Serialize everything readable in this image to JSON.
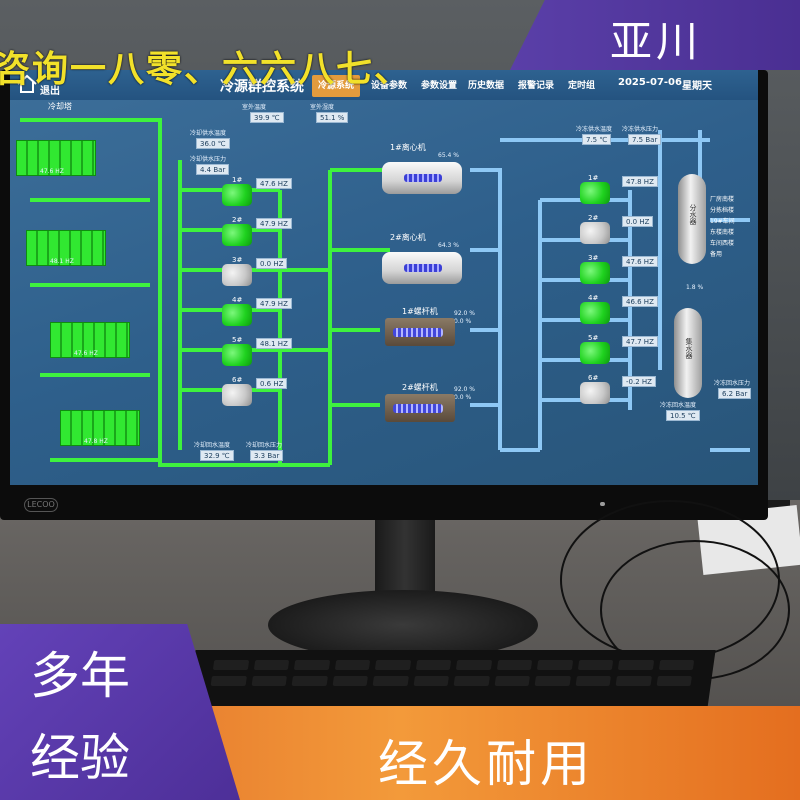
{
  "overlay": {
    "banner_text": "咨询一八零、六六八七、",
    "brand": "亚川",
    "corner_line1": "多年",
    "corner_line2": "经验",
    "bottom_right": "经久耐用"
  },
  "monitor": {
    "bezel_logo": "LECOO"
  },
  "header": {
    "exit": "退出",
    "title": "冷源群控系统",
    "tabs": [
      "冷源系统",
      "设备参数",
      "参数设置",
      "历史数据",
      "报警记录",
      "定时组"
    ],
    "active_tab_index": 0,
    "date": "2025-07-06",
    "weekday": "星期天"
  },
  "cooling_tower": {
    "label": "冷却塔",
    "freq_readings": [
      "47.6 HZ",
      "48.1 HZ",
      "47.6 HZ",
      "47.8 HZ"
    ]
  },
  "outdoor": {
    "temp_label": "室外温度",
    "temp_value": "39.9 ℃",
    "humidity_label": "室外湿度",
    "humidity_value": "51.1 %"
  },
  "cooling_water": {
    "supply_temp_label": "冷却供水温度",
    "supply_temp": "36.0 ℃",
    "supply_press_label": "冷却供水压力",
    "supply_press": "4.4 Bar",
    "return_temp_label": "冷却回水温度",
    "return_temp": "32.9 ℃",
    "return_press_label": "冷却回水压力",
    "return_press": "3.3 Bar"
  },
  "cooling_pumps": [
    {
      "name": "1#",
      "freq": "47.6 HZ",
      "state": "green"
    },
    {
      "name": "2#",
      "freq": "47.9 HZ",
      "state": "green"
    },
    {
      "name": "3#",
      "freq": "0.0 HZ",
      "state": "gray"
    },
    {
      "name": "4#",
      "freq": "47.9 HZ",
      "state": "green"
    },
    {
      "name": "5#",
      "freq": "48.1 HZ",
      "state": "green"
    },
    {
      "name": "6#",
      "freq": "0.6 HZ",
      "state": "gray"
    }
  ],
  "chillers": [
    {
      "name": "1#离心机",
      "load": "65.4 %"
    },
    {
      "name": "2#离心机",
      "load": "64.3 %"
    },
    {
      "name": "1#螺杆机",
      "load": "92.0 %",
      "load2": "0.0 %"
    },
    {
      "name": "2#螺杆机",
      "load": "92.0 %",
      "load2": "0.0 %"
    }
  ],
  "chilled_water": {
    "supply_temp_label": "冷冻供水温度",
    "supply_temp": "7.5 ℃",
    "supply_press_label": "冷冻供水压力",
    "supply_press": "7.5 Bar",
    "return_temp_label": "冷冻回水温度",
    "return_temp": "10.5 ℃",
    "return_press_label": "冷冻回水压力",
    "return_press": "6.2 Bar"
  },
  "chilled_pumps": [
    {
      "name": "1#",
      "freq": "47.8 HZ",
      "state": "green"
    },
    {
      "name": "2#",
      "freq": "0.0 HZ",
      "state": "gray"
    },
    {
      "name": "3#",
      "freq": "47.6 HZ",
      "state": "green"
    },
    {
      "name": "4#",
      "freq": "46.6 HZ",
      "state": "green"
    },
    {
      "name": "5#",
      "freq": "47.7 HZ",
      "state": "green"
    },
    {
      "name": "6#",
      "freq": "-0.2 HZ",
      "state": "gray"
    }
  ],
  "tanks": {
    "supply_label": "分水器",
    "return_label": "集水器",
    "bypass": "1.8 %",
    "branches": [
      "厂房南楼",
      "分拣档楼",
      "19#车间",
      "东楼南楼",
      "车间西楼",
      "备用"
    ]
  },
  "colors": {
    "pipe_green": "#3ef23e",
    "pipe_blue": "#8ec8f5",
    "active_tab": "#e39b3d",
    "brand_purple": "#5a3fa8",
    "bottom_orange": "#f39a3a",
    "banner_yellow": "#f2e12a"
  }
}
